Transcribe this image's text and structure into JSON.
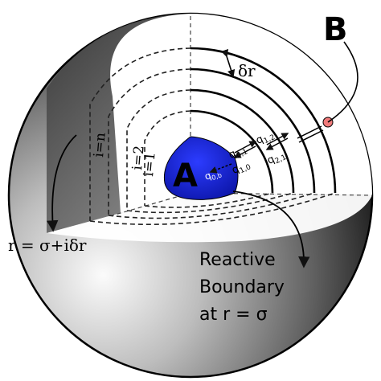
{
  "labels": {
    "point_b": "B",
    "core_a": "A",
    "delta_r": "δr",
    "shell_n": "i=n",
    "shell_2": "i=2",
    "shell_1": "i=1",
    "outer_radius": "r = σ+iδr",
    "reactive_line1": "Reactive",
    "reactive_line2": "Boundary",
    "reactive_line3": "at r = σ"
  },
  "rates": {
    "q01": "q",
    "q01_sub": "0,1",
    "q10": "q",
    "q10_sub": "1,0",
    "q12": "q",
    "q12_sub": "1,2",
    "q21": "q",
    "q21_sub": "2,1",
    "q0b": "q",
    "q0b_sub": "0,b"
  },
  "colors": {
    "core_fill": "#1f2fe0",
    "particle": "#f07a7a",
    "sphere_dark": "#1e1e1e",
    "sphere_light": "#f4f4f4",
    "cutaway": "#ffffff"
  }
}
